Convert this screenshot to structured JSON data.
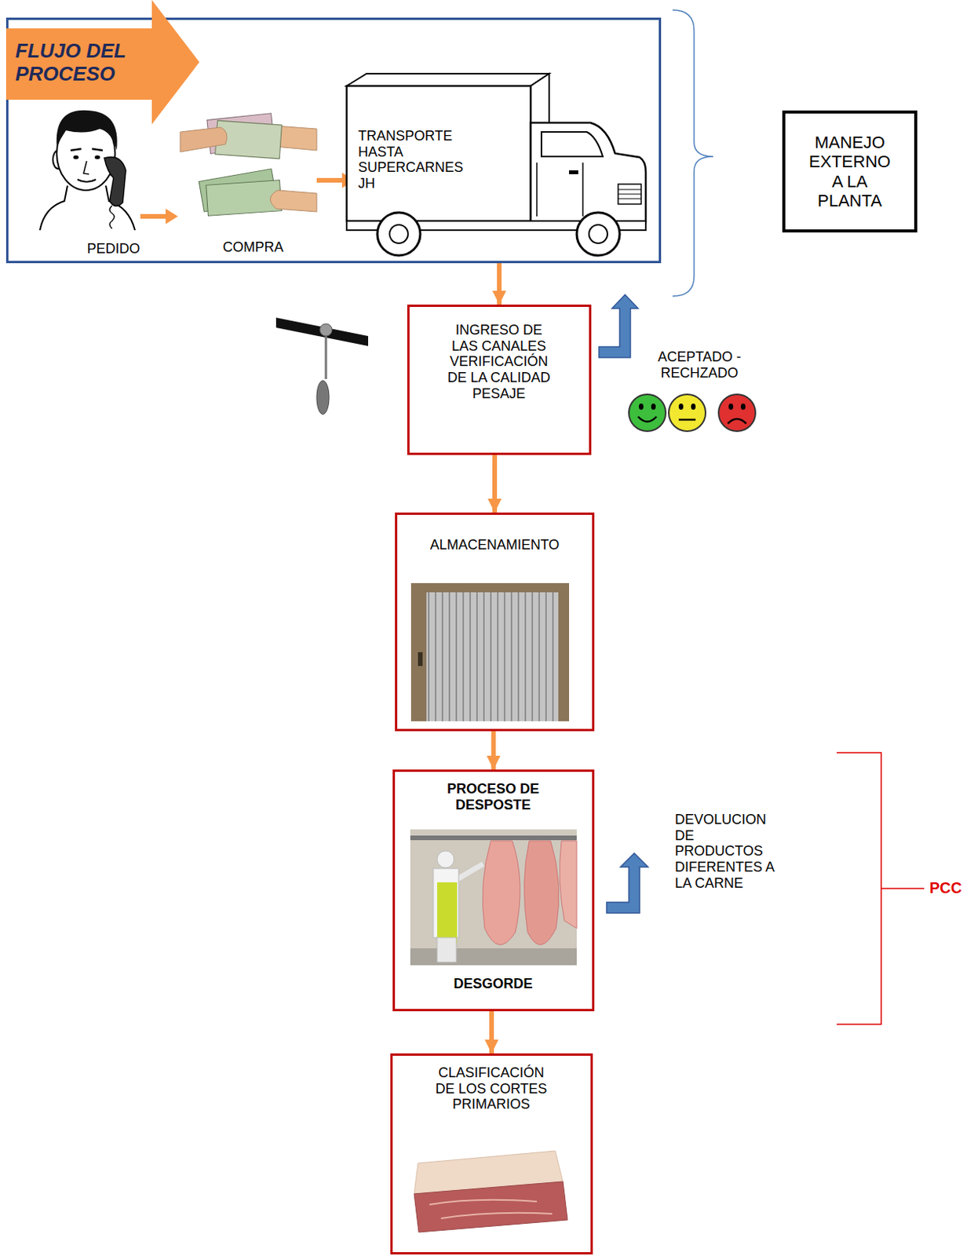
{
  "diagram": {
    "nodes": [
      {
        "text": [
          "PEDIDO",
          "COMPRA",
          "TRANSPORTE HASTA SUPERCARNES JH"
        ]
      },
      {
        "text": [
          "FLUJO DEL PROCESO"
        ],
        "in": 0
      },
      {
        "text": [
          "MANEJO EXTERNO A LA PLANTA"
        ]
      },
      {
        "text": [
          "INGRESO DE LAS CANALES VERIFICACIÓN DE LA CALIDAD PESAJE"
        ]
      },
      {
        "text": [
          "ALMACENAMIENTO"
        ]
      },
      {
        "text": [
          "PROCESO DE DESPOSTE",
          "DESGORDE"
        ]
      },
      {
        "text": [
          "CLASIFICACIÓN DE LOS CORTES PRIMARIOS"
        ]
      }
    ],
    "edges": [
      {
        "from": 0,
        "to": 3,
        "arrow": "to"
      },
      {
        "from": 3,
        "to": 4,
        "arrow": "to"
      },
      {
        "from": 4,
        "to": 5,
        "arrow": "to"
      },
      {
        "from": 5,
        "to": 6,
        "arrow": "to"
      }
    ],
    "labels": [
      "ACEPTADO - RECHZADO",
      "DEVOLUCION DE PRODUCTOS DIFERENTES A LA CARNE",
      "PCC"
    ]
  }
}
